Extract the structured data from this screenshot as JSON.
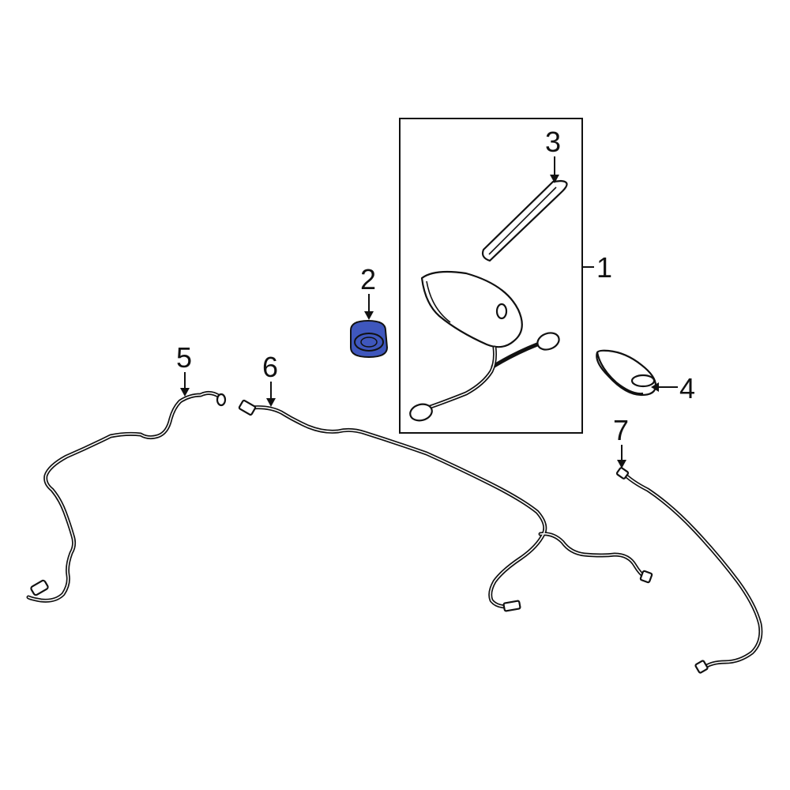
{
  "diagram": {
    "callouts": [
      {
        "id": "1",
        "label": "1"
      },
      {
        "id": "2",
        "label": "2"
      },
      {
        "id": "3",
        "label": "3"
      },
      {
        "id": "4",
        "label": "4"
      },
      {
        "id": "5",
        "label": "5"
      },
      {
        "id": "6",
        "label": "6"
      },
      {
        "id": "7",
        "label": "7"
      }
    ],
    "highlight_color": "#3f57bd",
    "line_color": "#111111"
  }
}
